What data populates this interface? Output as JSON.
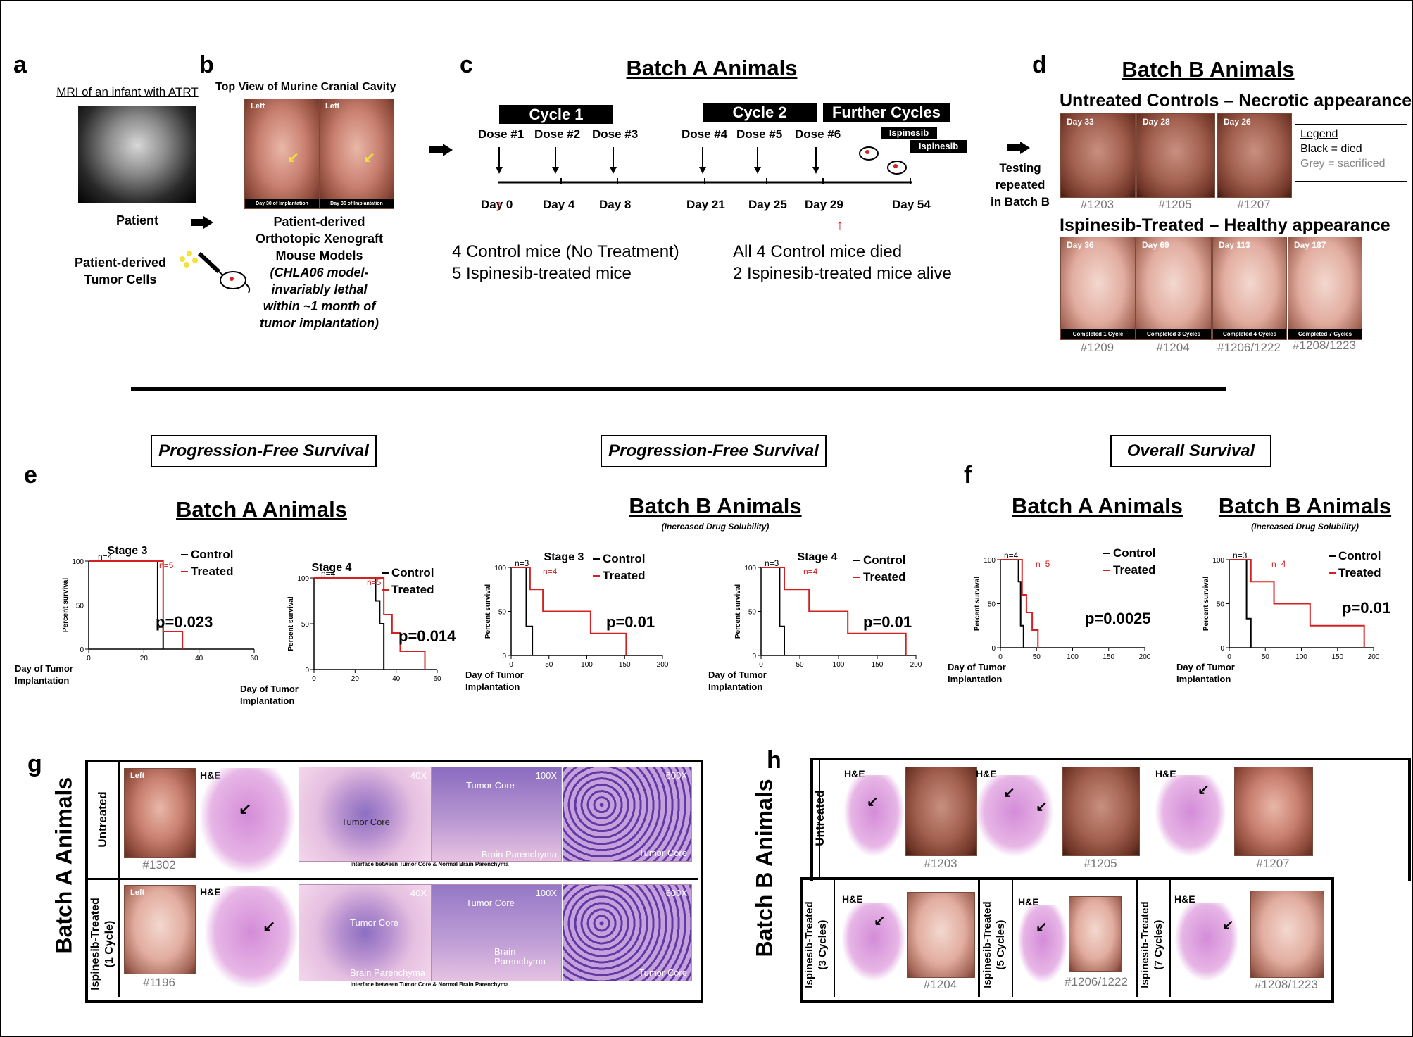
{
  "panels": {
    "a": {
      "label": "a",
      "title": "MRI of an infant with ATRT",
      "patient": "Patient",
      "cells": "Patient-derived\nTumor Cells"
    },
    "b": {
      "label": "b",
      "title": "Top View of Murine Cranial Cavity",
      "photo1_tag": "Left",
      "photo1_caption": "Day 30 of Implantation",
      "photo2_tag": "Left",
      "photo2_caption": "Day 36 of Implantation",
      "model": "Patient-derived\nOrthotopic Xenograft\nMouse Models",
      "note": "(CHLA06 model-\ninvariably lethal\nwithin ~1 month of\ntumor implantation)"
    },
    "c": {
      "label": "c",
      "title": "Batch A Animals",
      "cycles": [
        "Cycle 1",
        "Cycle 2",
        "Further Cycles"
      ],
      "doses": [
        "Dose #1",
        "Dose #2",
        "Dose #3",
        "Dose #4",
        "Dose #5",
        "Dose #6"
      ],
      "days": [
        "Day 0",
        "Day 4",
        "Day 8",
        "Day 21",
        "Day 25",
        "Day 29",
        "Day 54"
      ],
      "drug_tag": "Ispinesib",
      "left_note1": "4 Control mice (No Treatment)",
      "left_note2": "5 Ispinesib-treated mice",
      "right_note1": "All 4 Control mice died",
      "right_note2": "2 Ispinesib-treated mice alive"
    },
    "arrow_text": "Testing\nrepeated\nin Batch B",
    "d": {
      "label": "d",
      "title": "Batch B Animals",
      "untreated_title": "Untreated Controls – Necrotic appearance",
      "treated_title": "Ispinesib-Treated – Healthy appearance",
      "legend_title": "Legend",
      "legend_black": "Black = died",
      "legend_grey": "Grey = sacrificed",
      "untreated": [
        {
          "day": "Day 33",
          "id": "#1203"
        },
        {
          "day": "Day 28",
          "id": "#1205"
        },
        {
          "day": "Day 26",
          "id": "#1207"
        }
      ],
      "treated": [
        {
          "day": "Day 36",
          "caption": "Completed 1 Cycle",
          "id": "#1209"
        },
        {
          "day": "Day 69",
          "caption": "Completed 3 Cycles",
          "id": "#1204"
        },
        {
          "day": "Day 113",
          "caption": "Completed 4 Cycles",
          "id": "#1206/1222"
        },
        {
          "day": "Day 187",
          "caption": "Completed 7 Cycles",
          "id": "#1208/1223"
        }
      ]
    },
    "e": {
      "label": "e",
      "box1": "Progression-Free Survival",
      "box2": "Progression-Free Survival",
      "batchA": "Batch A Animals",
      "batchB": "Batch B Animals",
      "batchB_sub": "(Increased Drug Solubility)"
    },
    "f": {
      "label": "f",
      "box": "Overall Survival",
      "batchA": "Batch A Animals",
      "batchB": "Batch B Animals",
      "batchB_sub": "(Increased Drug Solubility)"
    },
    "g": {
      "label": "g",
      "side": "Batch A Animals",
      "row1": "Untreated",
      "row2": "Ispinesib-Treated\n(1 Cycle)",
      "he": "H&E",
      "left": "Left",
      "id1": "#1302",
      "id2": "#1196",
      "mag": [
        "40X",
        "100X",
        "600X"
      ],
      "tumor_core": "Tumor Core",
      "brain_par": "Brain Parenchyma",
      "brain_par_split": "Brain\nParenchyma",
      "interface": "Interface between Tumor Core & Normal Brain Parenchyma"
    },
    "h": {
      "label": "h",
      "side": "Batch B Animals",
      "row1": "Untreated",
      "he": "H&E",
      "untreated_ids": [
        "#1203",
        "#1205",
        "#1207"
      ],
      "treated": [
        {
          "label": "Ispinesib-Treated\n(3 Cycles)",
          "id": "#1204"
        },
        {
          "label": "Ispinesib-Treated\n(5 Cycles)",
          "id": "#1206/1222"
        },
        {
          "label": "Ispinesib-Treated\n(7 Cycles)",
          "id": "#1208/1223"
        }
      ]
    }
  },
  "chart_data": [
    {
      "type": "line",
      "title": "Stage 3",
      "group": "Progression-Free Survival – Batch A Animals",
      "xlabel": "Day of Tumor\nImplantation",
      "ylabel": "Percent survival",
      "xlim": [
        0,
        60
      ],
      "ylim": [
        0,
        100
      ],
      "xticks": [
        0,
        20,
        40,
        60
      ],
      "yticks": [
        0,
        50,
        100
      ],
      "p_value": "p=0.023",
      "series": [
        {
          "name": "Control",
          "n": "n=4",
          "color": "#000000",
          "x": [
            0,
            25,
            25,
            27,
            27
          ],
          "y": [
            100,
            100,
            25,
            25,
            0
          ]
        },
        {
          "name": "Treated",
          "n": "n=5",
          "color": "#d42020",
          "x": [
            0,
            27,
            27,
            34,
            34
          ],
          "y": [
            100,
            100,
            20,
            20,
            0
          ]
        }
      ]
    },
    {
      "type": "line",
      "title": "Stage 4",
      "group": "Progression-Free Survival – Batch A Animals",
      "xlabel": "Day of Tumor\nImplantation",
      "ylabel": "Percent survival",
      "xlim": [
        0,
        60
      ],
      "ylim": [
        0,
        100
      ],
      "xticks": [
        0,
        20,
        40,
        60
      ],
      "yticks": [
        0,
        50,
        100
      ],
      "p_value": "p=0.014",
      "series": [
        {
          "name": "Control",
          "n": "n=4",
          "color": "#000000",
          "x": [
            0,
            30,
            30,
            32,
            32,
            34,
            34
          ],
          "y": [
            100,
            100,
            75,
            75,
            50,
            50,
            0
          ]
        },
        {
          "name": "Treated",
          "n": "n=5",
          "color": "#d42020",
          "x": [
            0,
            34,
            34,
            38,
            38,
            42,
            42,
            54,
            54
          ],
          "y": [
            100,
            100,
            60,
            60,
            40,
            40,
            20,
            20,
            0
          ]
        }
      ]
    },
    {
      "type": "line",
      "title": "Stage 3",
      "group": "Progression-Free Survival – Batch B Animals",
      "xlabel": "Day of Tumor\nImplantation",
      "ylabel": "Percent survival",
      "xlim": [
        0,
        200
      ],
      "ylim": [
        0,
        100
      ],
      "xticks": [
        0,
        50,
        100,
        150,
        200
      ],
      "yticks": [
        0,
        50,
        100
      ],
      "p_value": "p=0.01",
      "series": [
        {
          "name": "Control",
          "n": "n=3",
          "color": "#000000",
          "x": [
            0,
            20,
            20,
            28,
            28
          ],
          "y": [
            100,
            100,
            33,
            33,
            0
          ]
        },
        {
          "name": "Treated",
          "n": "n=4",
          "color": "#d42020",
          "x": [
            0,
            25,
            25,
            42,
            42,
            105,
            105,
            152,
            152
          ],
          "y": [
            100,
            100,
            75,
            75,
            50,
            50,
            25,
            25,
            0
          ]
        }
      ]
    },
    {
      "type": "line",
      "title": "Stage 4",
      "group": "Progression-Free Survival – Batch B Animals",
      "xlabel": "Day of Tumor\nImplantation",
      "ylabel": "Percent survival",
      "xlim": [
        0,
        200
      ],
      "ylim": [
        0,
        100
      ],
      "xticks": [
        0,
        50,
        100,
        150,
        200
      ],
      "yticks": [
        0,
        50,
        100
      ],
      "p_value": "p=0.01",
      "series": [
        {
          "name": "Control",
          "n": "n=3",
          "color": "#000000",
          "x": [
            0,
            24,
            24,
            30,
            30
          ],
          "y": [
            100,
            100,
            33,
            33,
            0
          ]
        },
        {
          "name": "Treated",
          "n": "n=4",
          "color": "#d42020",
          "x": [
            0,
            30,
            30,
            62,
            62,
            112,
            112,
            187,
            187
          ],
          "y": [
            100,
            100,
            75,
            75,
            50,
            50,
            25,
            25,
            0
          ]
        }
      ]
    },
    {
      "type": "line",
      "title": "",
      "group": "Overall Survival – Batch A Animals",
      "xlabel": "Day of Tumor\nImplantation",
      "ylabel": "Percent survival",
      "xlim": [
        0,
        200
      ],
      "ylim": [
        0,
        100
      ],
      "xticks": [
        0,
        50,
        100,
        150,
        200
      ],
      "yticks": [
        0,
        50,
        100
      ],
      "p_value": "p=0.0025",
      "series": [
        {
          "name": "Control",
          "n": "n=4",
          "color": "#000000",
          "x": [
            0,
            25,
            25,
            28,
            28,
            32,
            32
          ],
          "y": [
            100,
            100,
            75,
            75,
            25,
            25,
            0
          ]
        },
        {
          "name": "Treated",
          "n": "n=5",
          "color": "#d42020",
          "x": [
            0,
            30,
            30,
            36,
            36,
            44,
            44,
            52,
            52
          ],
          "y": [
            100,
            100,
            60,
            60,
            40,
            40,
            20,
            20,
            0
          ]
        }
      ]
    },
    {
      "type": "line",
      "title": "",
      "group": "Overall Survival – Batch B Animals",
      "xlabel": "Day of Tumor\nImplantation",
      "ylabel": "Percent survival",
      "xlim": [
        0,
        200
      ],
      "ylim": [
        0,
        100
      ],
      "xticks": [
        0,
        50,
        100,
        150,
        200
      ],
      "yticks": [
        0,
        50,
        100
      ],
      "p_value": "p=0.01",
      "series": [
        {
          "name": "Control",
          "n": "n=3",
          "color": "#000000",
          "x": [
            0,
            24,
            24,
            30,
            30
          ],
          "y": [
            100,
            100,
            33,
            33,
            0
          ]
        },
        {
          "name": "Treated",
          "n": "n=4",
          "color": "#d42020",
          "x": [
            0,
            30,
            30,
            62,
            62,
            112,
            112,
            187,
            187
          ],
          "y": [
            100,
            100,
            75,
            75,
            50,
            50,
            25,
            25,
            0
          ]
        }
      ]
    }
  ]
}
